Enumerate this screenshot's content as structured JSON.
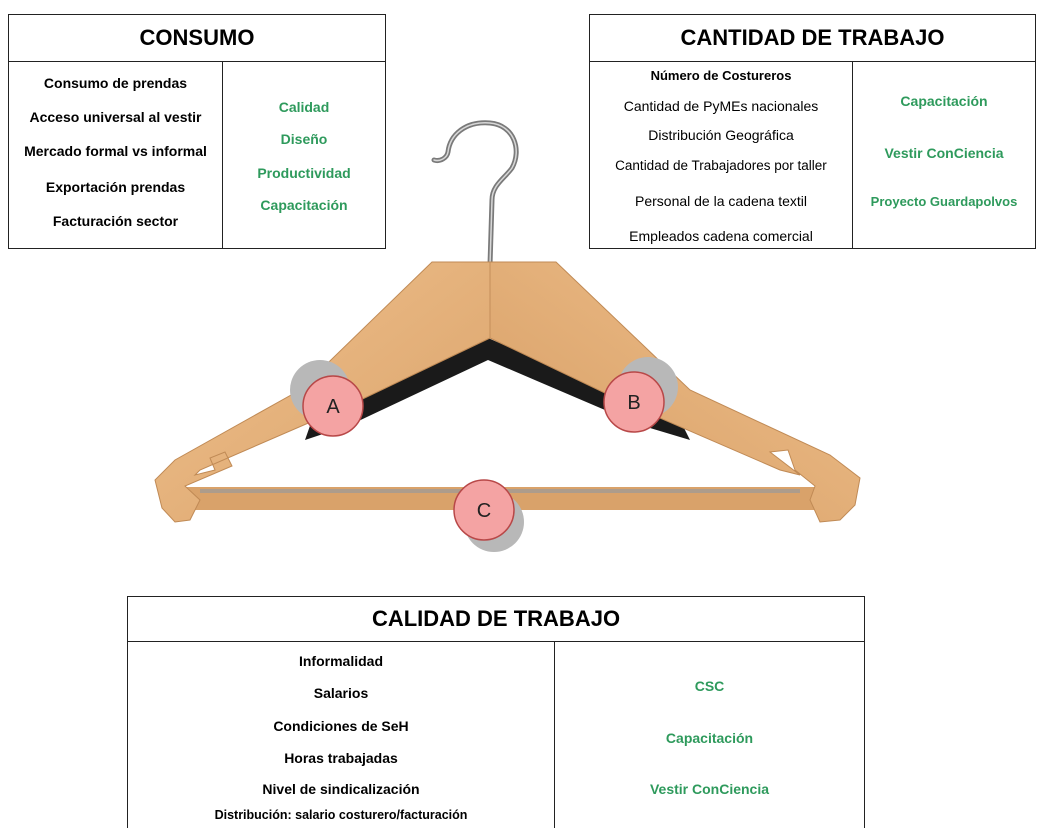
{
  "consumo": {
    "title": "CONSUMO",
    "items": [
      "Consumo de prendas",
      "Acceso universal al vestir",
      "Mercado formal vs informal",
      "Exportación prendas",
      "Facturación sector"
    ],
    "actions": [
      "Calidad",
      "Diseño",
      "Productividad",
      "Capacitación"
    ]
  },
  "cantidad": {
    "title": "CANTIDAD DE TRABAJO",
    "items": [
      "Número de Costureros",
      "Cantidad de PyMEs nacionales",
      "Distribución Geográfica",
      "Cantidad de Trabajadores por taller",
      "Personal de la cadena textil",
      "Empleados cadena comercial"
    ],
    "actions": [
      "Capacitación",
      "Vestir ConCiencia",
      "Proyecto Guardapolvos"
    ]
  },
  "calidad": {
    "title": "CALIDAD DE TRABAJO",
    "items": [
      "Informalidad",
      "Salarios",
      "Condiciones de SeH",
      "Horas trabajadas",
      "Nivel de sindicalización",
      "Distribución: salario costurero/facturación"
    ],
    "actions": [
      "CSC",
      "Capacitación",
      "Vestir ConCiencia"
    ]
  },
  "markers": {
    "a": "A",
    "b": "B",
    "c": "C"
  },
  "colors": {
    "action_green": "#2e9a5c",
    "marker_fill": "#f4a3a3",
    "wood": "#e2b07c"
  }
}
